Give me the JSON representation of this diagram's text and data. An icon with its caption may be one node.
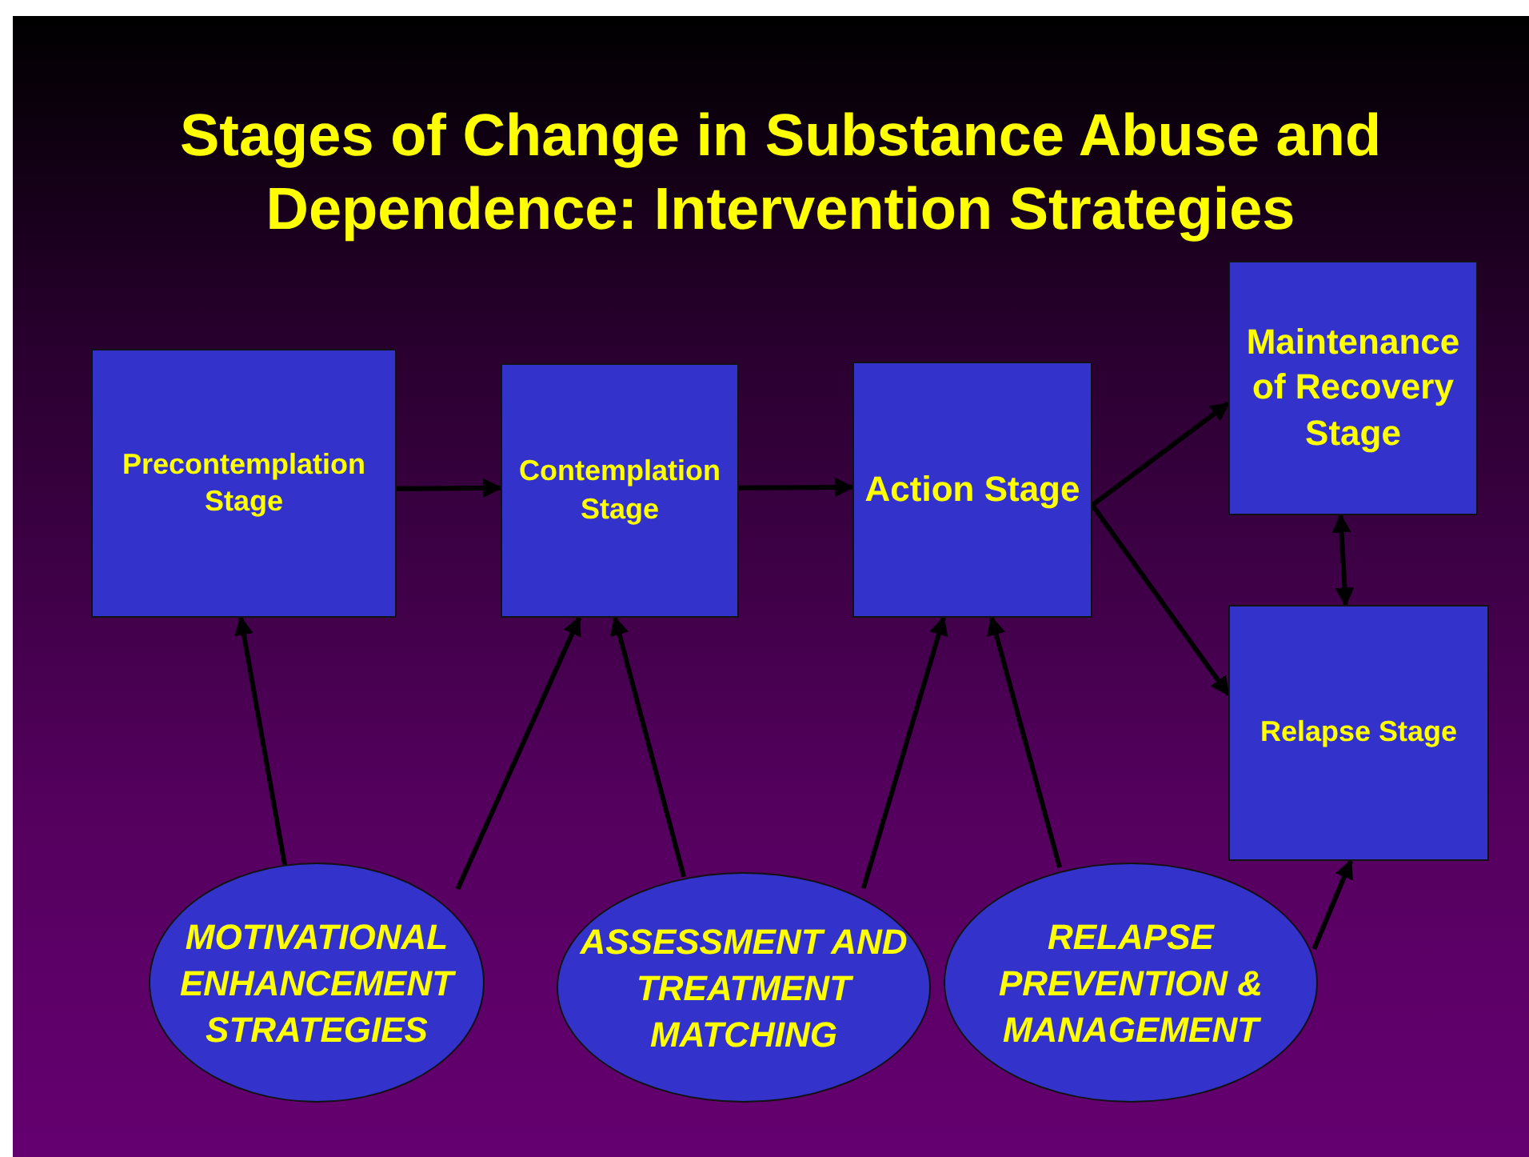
{
  "diagram": {
    "title": "Stages of Change in Substance Abuse and Dependence: Intervention Strategies",
    "nodes": [
      {
        "text": [
          "Precontemplation Stage"
        ]
      },
      {
        "text": [
          "Contemplation Stage"
        ]
      },
      {
        "text": [
          "Action Stage"
        ]
      },
      {
        "text": [
          "Maintenance of Recovery Stage"
        ]
      },
      {
        "text": [
          "Relapse Stage"
        ]
      },
      {
        "text": [
          "MOTIVATIONAL ENHANCEMENT STRATEGIES"
        ]
      },
      {
        "text": [
          "ASSESSMENT AND TREATMENT MATCHING"
        ]
      },
      {
        "text": [
          "RELAPSE PREVENTION & MANAGEMENT"
        ]
      }
    ],
    "edges": [
      {
        "from": 0,
        "to": 1,
        "arrow": "to"
      },
      {
        "from": 1,
        "to": 2,
        "arrow": "to"
      },
      {
        "from": 2,
        "to": 3,
        "arrow": "to"
      },
      {
        "from": 2,
        "to": 4,
        "arrow": "to"
      },
      {
        "from": 3,
        "to": 4,
        "arrow": "both"
      },
      {
        "from": 5,
        "to": 0,
        "arrow": "to"
      },
      {
        "from": 5,
        "to": 1,
        "arrow": "to"
      },
      {
        "from": 6,
        "to": 1,
        "arrow": "to"
      },
      {
        "from": 6,
        "to": 2,
        "arrow": "to"
      },
      {
        "from": 7,
        "to": 2,
        "arrow": "to"
      },
      {
        "from": 7,
        "to": 4,
        "arrow": "to"
      }
    ]
  }
}
